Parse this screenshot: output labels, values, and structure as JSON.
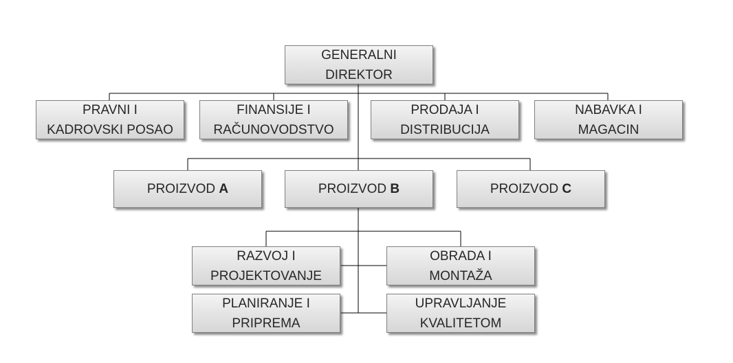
{
  "boxes": {
    "director": "GENERALNI\nDIREKTOR",
    "legal": "PRAVNI I\nKADROVSKI POSAO",
    "finance": "FINANSIJE I\nRAČUNOVODSTVO",
    "sales": "PRODAJA I\nDISTRIBUCIJA",
    "procurement": "NABAVKA I\nMAGACIN",
    "product_a": {
      "prefix": "PROIZVOD ",
      "suffix": "A"
    },
    "product_b": {
      "prefix": "PROIZVOD ",
      "suffix": "B"
    },
    "product_c": {
      "prefix": "PROIZVOD ",
      "suffix": "C"
    },
    "design": "RAZVOJ I\nPROJEKTOVANJE",
    "assembly": "OBRADA I\nMONTAŽA",
    "planning": "PLANIRANJE I\nPRIPREMA",
    "quality": "UPRAVLJANJE\nKVALITETOM"
  },
  "colors": {
    "line": "#000000",
    "box_border": "#7f7f7f",
    "text": "#262626"
  }
}
